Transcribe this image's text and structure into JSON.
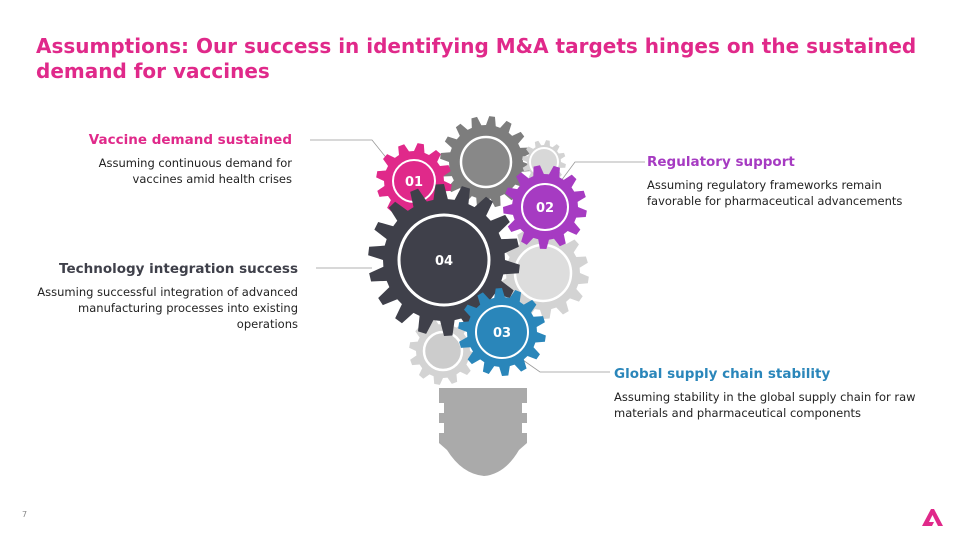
{
  "slide": {
    "title": "Assumptions: Our success in identifying M&A targets hinges on the sustained demand for vaccines",
    "page_number": "7"
  },
  "colors": {
    "accent_pink": "#e0298a",
    "accent_purple": "#a63bc2",
    "accent_blue": "#2a86ba",
    "dark_slate": "#3f404a",
    "gear_grey": "#7d7d7d",
    "light_grey": "#d3d3d3",
    "bulb_grey": "#aaaaaa"
  },
  "items": [
    {
      "id": "01",
      "heading": "Vaccine demand sustained",
      "body": "Assuming continuous demand for vaccines amid health crises"
    },
    {
      "id": "02",
      "heading": "Regulatory support",
      "body": "Assuming regulatory frameworks remain favorable for pharmaceutical advancements"
    },
    {
      "id": "03",
      "heading": "Global supply chain stability",
      "body": "Assuming stability in the global supply chain for raw materials and pharmaceutical components"
    },
    {
      "id": "04",
      "heading": "Technology integration success",
      "body": "Assuming successful integration of advanced manufacturing processes into existing operations"
    }
  ],
  "icons": {
    "logo": "brand-a-logo-icon",
    "bulb": "lightbulb-base-icon",
    "gear": "gear-icon"
  }
}
